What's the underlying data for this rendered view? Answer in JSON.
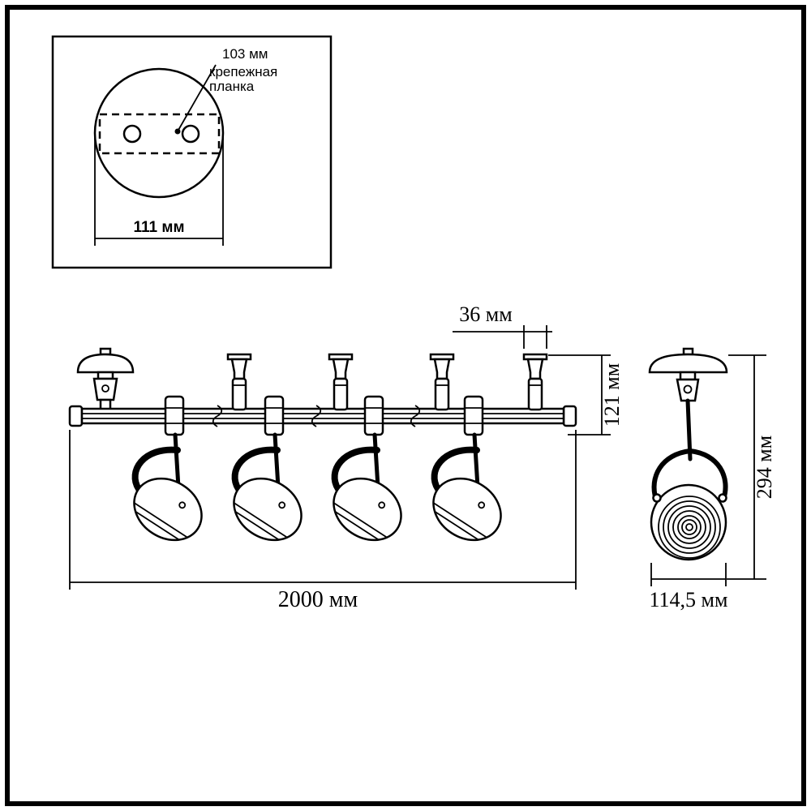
{
  "colors": {
    "line": "#000000",
    "background": "#ffffff"
  },
  "inset": {
    "hole_pitch_label": "103 мм",
    "bracket_label_line1": "крепежная",
    "bracket_label_line2": "планка",
    "plate_width_label": "111 мм"
  },
  "main_view": {
    "connector_width_label": "36 мм",
    "mount_height_label": "121 мм",
    "total_length_label": "2000 мм"
  },
  "side_view": {
    "fixture_height_label": "294 мм",
    "head_width_label": "114,5 мм"
  }
}
